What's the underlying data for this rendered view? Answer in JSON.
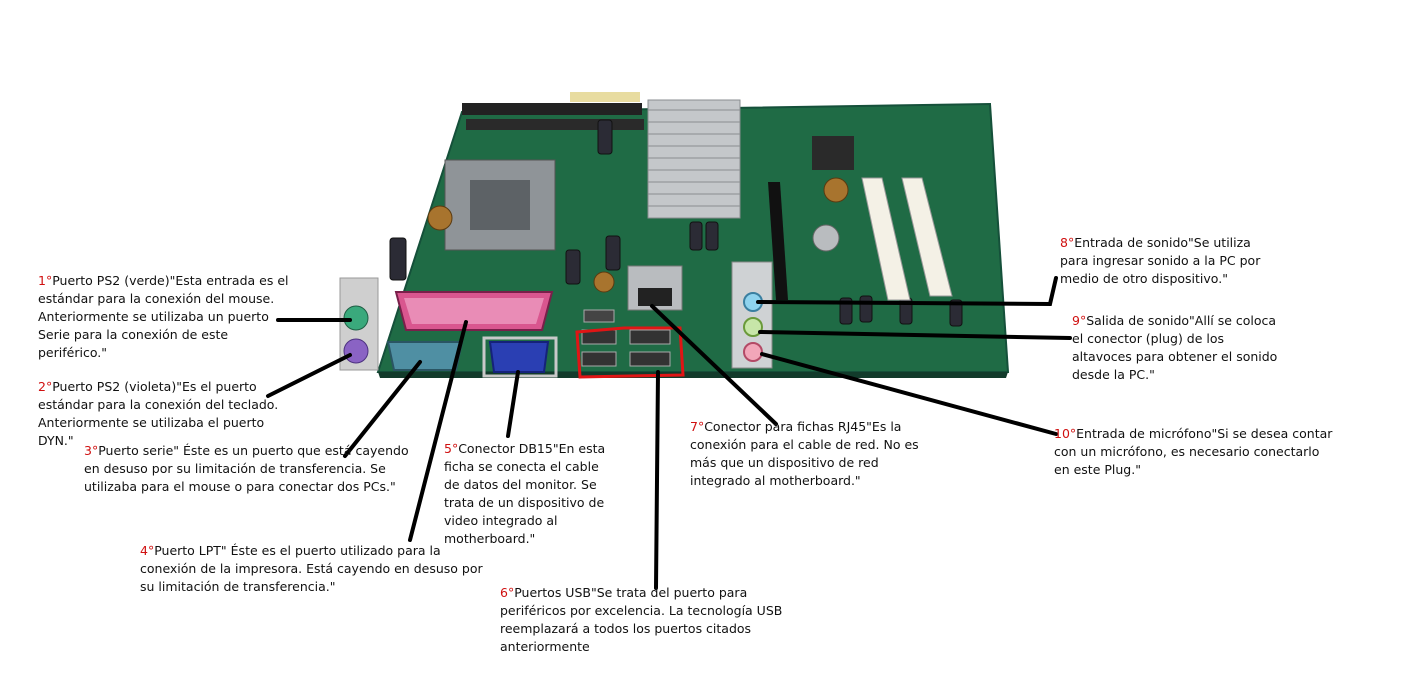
{
  "colors": {
    "pcb": "#1f6b45",
    "number": "#d01010",
    "leader_line": "#000000",
    "usb_highlight": "#e01515",
    "ps2_green": "#3aa97c",
    "ps2_purple": "#8a63c4",
    "lpt_pink": "#d9568f",
    "serial_teal": "#4f8fa3",
    "vga_blue": "#2a3fb3",
    "audio_blue": "#8fd3ee",
    "audio_green": "#c7e6a8",
    "audio_pink": "#f2a6b9"
  },
  "annotations": [
    {
      "id": "1",
      "num": "1°",
      "text": "Puerto PS2 (verde)\"Esta entrada es el\nestándar para la conexión del mouse.\nAnteriormente se utilizaba un puerto\nSerie para la conexión de este\nperiférico.\""
    },
    {
      "id": "2",
      "num": "2°",
      "text": "Puerto PS2 (violeta)\"Es el puerto\nestándar para la conexión del teclado.\nAnteriormente se utilizaba el puerto\nDYN.\""
    },
    {
      "id": "3",
      "num": "3°",
      "text": "Puerto serie\" Éste es un puerto que está cayendo\nen desuso por su limitación de transferencia. Se\nutilizaba para el mouse o para conectar dos PCs.\""
    },
    {
      "id": "4",
      "num": "4°",
      "text": "Puerto LPT\" Éste es el puerto utilizado para la\nconexión de la impresora. Está cayendo en desuso por\nsu limitación de transferencia.\""
    },
    {
      "id": "5",
      "num": "5°",
      "text": "Conector DB15\"En esta\nficha se conecta el cable\nde datos del monitor. Se\ntrata de un dispositivo de\nvideo integrado al\nmotherboard.\""
    },
    {
      "id": "6",
      "num": "6°",
      "text": "Puertos USB\"Se trata del puerto para\nperiféricos por excelencia. La tecnología USB\nreemplazará a todos los puertos citados\nanteriormente"
    },
    {
      "id": "7",
      "num": "7°",
      "text": "Conector para fichas RJ45\"Es la\nconexión para el cable de red. No es\nmás que un dispositivo de red\nintegrado al motherboard.\""
    },
    {
      "id": "8",
      "num": "8°",
      "text": "Entrada de sonido\"Se utiliza\npara ingresar sonido a la PC por\nmedio de otro dispositivo.\""
    },
    {
      "id": "9",
      "num": "9°",
      "text": "Salida de sonido\"Allí se coloca\nel conector (plug) de los\naltavoces para obtener el sonido\ndesde la PC.\""
    },
    {
      "id": "10",
      "num": "10°",
      "text": "Entrada de micrófono\"Si se desea contar\ncon un micrófono, es necesario conectarlo\nen este Plug.\""
    }
  ]
}
